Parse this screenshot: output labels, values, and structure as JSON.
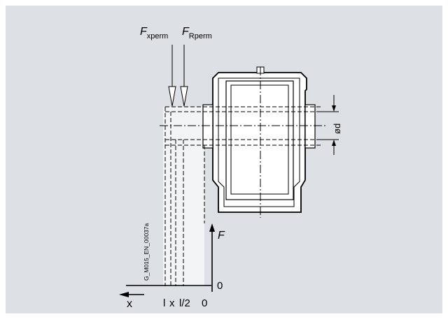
{
  "labels": {
    "fx_main": "F",
    "fx_sub": "xperm",
    "fr_main": "F",
    "fr_sub": "Rperm",
    "diameter": "ød",
    "force": "F",
    "zero_vertical": "0",
    "x_axis": "x",
    "axis_l": "l",
    "axis_x": "x",
    "axis_l_half": "l/2",
    "axis_zero": "0",
    "drawing_code": "G_M015_EN_00037a"
  },
  "colors": {
    "background": "#dde1e5",
    "shaft_fill": "#f3f4f5",
    "line": "#000000"
  }
}
